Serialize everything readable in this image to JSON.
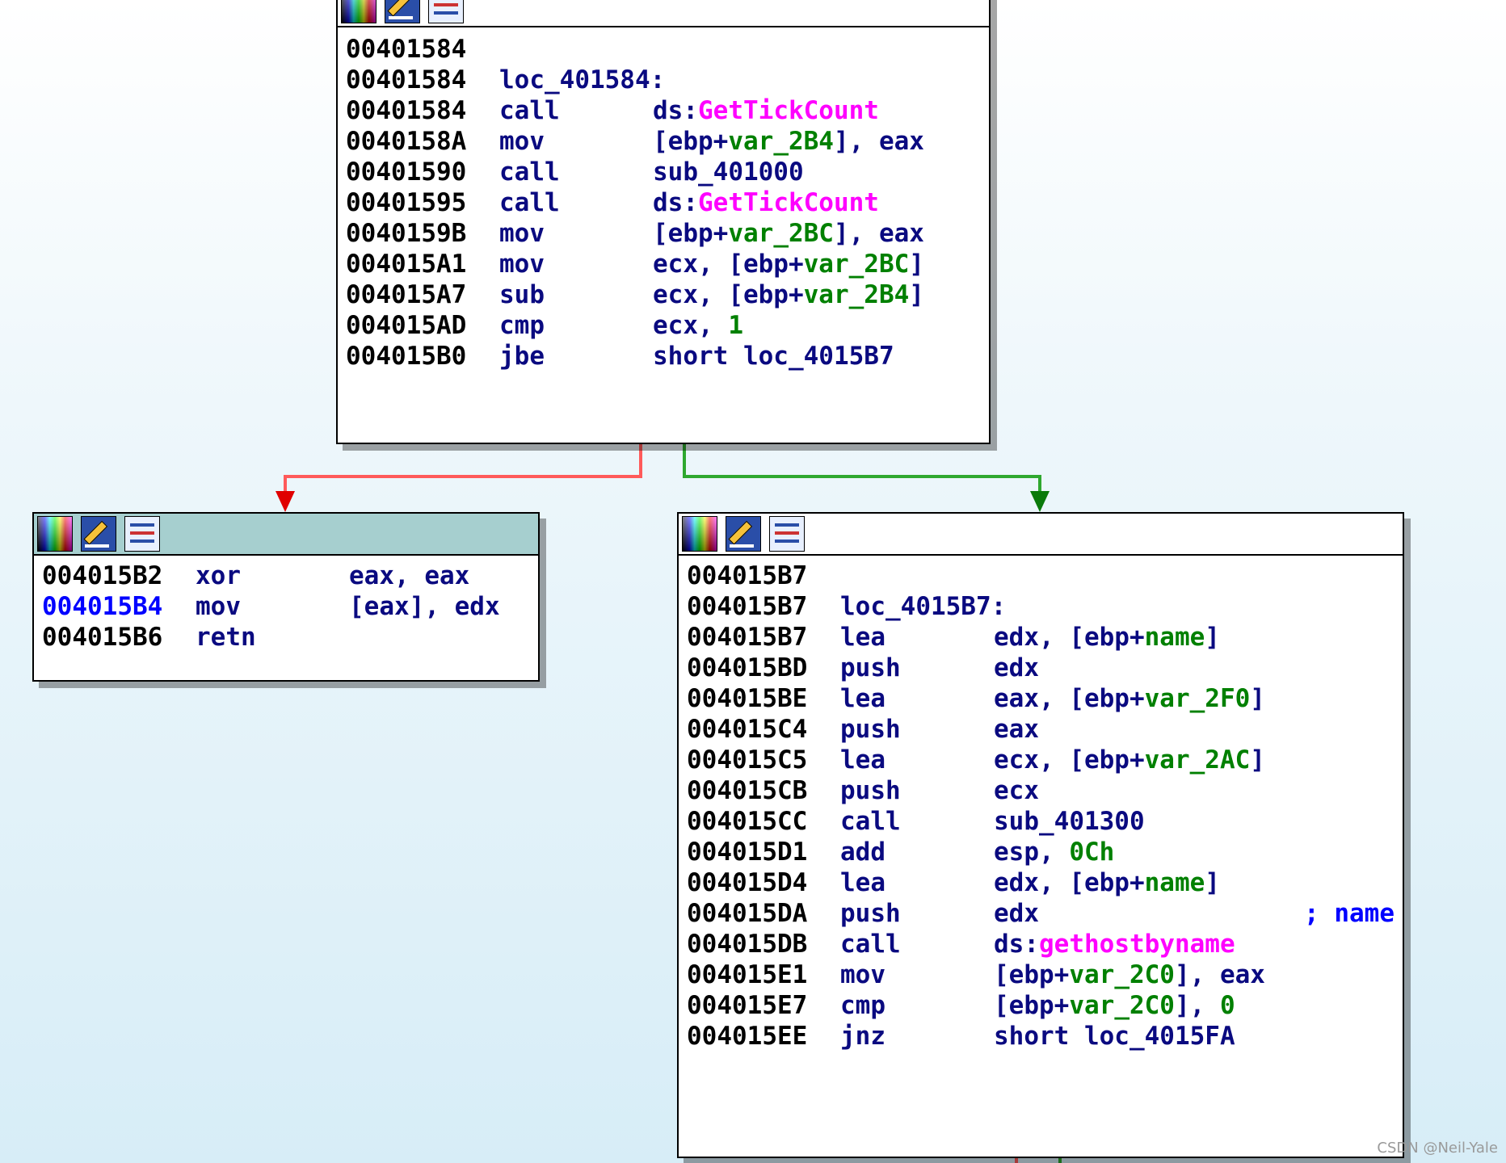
{
  "top_block": {
    "lines": [
      {
        "addr": "00401584",
        "mnem": "",
        "ops": ""
      },
      {
        "addr": "00401584",
        "label": "loc_401584:"
      },
      {
        "addr": "00401584",
        "mnem": "call",
        "ops_a": "ds:",
        "ops_b": "GetTickCount"
      },
      {
        "addr": "0040158A",
        "mnem": "mov",
        "ops_a": "[ebp+",
        "ops_b": "var_2B4",
        "ops_c": "], eax"
      },
      {
        "addr": "00401590",
        "mnem": "call",
        "ops_a": "sub_401000"
      },
      {
        "addr": "00401595",
        "mnem": "call",
        "ops_a": "ds:",
        "ops_b": "GetTickCount"
      },
      {
        "addr": "0040159B",
        "mnem": "mov",
        "ops_a": "[ebp+",
        "ops_b": "var_2BC",
        "ops_c": "], eax"
      },
      {
        "addr": "004015A1",
        "mnem": "mov",
        "ops_a": "ecx, [ebp+",
        "ops_b": "var_2BC",
        "ops_c": "]"
      },
      {
        "addr": "004015A7",
        "mnem": "sub",
        "ops_a": "ecx, [ebp+",
        "ops_b": "var_2B4",
        "ops_c": "]"
      },
      {
        "addr": "004015AD",
        "mnem": "cmp",
        "ops_a": "ecx, ",
        "num": "1"
      },
      {
        "addr": "004015B0",
        "mnem": "jbe",
        "ops_a": "short loc_4015B7"
      }
    ]
  },
  "left_block": {
    "lines": [
      {
        "addr": "004015B2",
        "mnem": "xor",
        "ops_a": "eax, eax"
      },
      {
        "addr": "004015B4",
        "mnem": "mov",
        "ops_a": "[eax], edx",
        "highlight": true
      },
      {
        "addr": "004015B6",
        "mnem": "retn",
        "ops_a": ""
      }
    ]
  },
  "right_block": {
    "lines": [
      {
        "addr": "004015B7"
      },
      {
        "addr": "004015B7",
        "label": "loc_4015B7:"
      },
      {
        "addr": "004015B7",
        "mnem": "lea",
        "ops_a": "edx, [ebp+",
        "ops_b": "name",
        "ops_c": "]"
      },
      {
        "addr": "004015BD",
        "mnem": "push",
        "ops_a": "edx"
      },
      {
        "addr": "004015BE",
        "mnem": "lea",
        "ops_a": "eax, [ebp+",
        "ops_b": "var_2F0",
        "ops_c": "]"
      },
      {
        "addr": "004015C4",
        "mnem": "push",
        "ops_a": "eax"
      },
      {
        "addr": "004015C5",
        "mnem": "lea",
        "ops_a": "ecx, [ebp+",
        "ops_b": "var_2AC",
        "ops_c": "]"
      },
      {
        "addr": "004015CB",
        "mnem": "push",
        "ops_a": "ecx"
      },
      {
        "addr": "004015CC",
        "mnem": "call",
        "ops_a": "sub_401300"
      },
      {
        "addr": "004015D1",
        "mnem": "add",
        "ops_a": "esp, ",
        "num": "0Ch"
      },
      {
        "addr": "004015D4",
        "mnem": "lea",
        "ops_a": "edx, [ebp+",
        "ops_b": "name",
        "ops_c": "]"
      },
      {
        "addr": "004015DA",
        "mnem": "push",
        "ops_a": "edx",
        "comment": "; name"
      },
      {
        "addr": "004015DB",
        "mnem": "call",
        "ops_a": "ds:",
        "imp": "gethostbyname"
      },
      {
        "addr": "004015E1",
        "mnem": "mov",
        "ops_a": "[ebp+",
        "ops_b": "var_2C0",
        "ops_c": "], eax"
      },
      {
        "addr": "004015E7",
        "mnem": "cmp",
        "ops_a": "[ebp+",
        "ops_b": "var_2C0",
        "ops_c": "], ",
        "num": "0"
      },
      {
        "addr": "004015EE",
        "mnem": "jnz",
        "ops_a": "short loc_4015FA"
      }
    ]
  },
  "watermark": "CSDN @Neil-Yale",
  "colors": {
    "false_edge": "#ff3b3b",
    "true_edge": "#0a8a0a",
    "header_active": "#a6cfcf"
  }
}
